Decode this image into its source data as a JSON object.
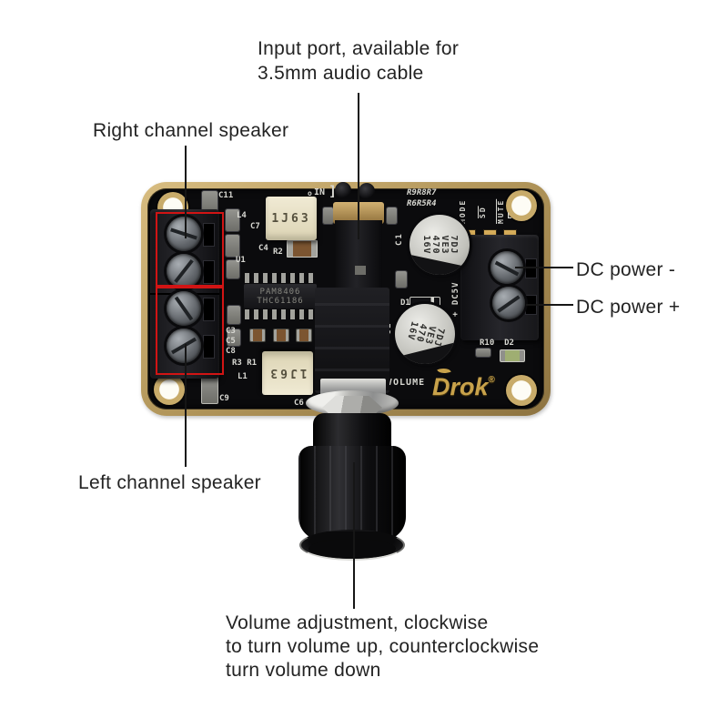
{
  "annotations": {
    "input_port": {
      "line1": "Input port, available for",
      "line2": "3.5mm audio cable"
    },
    "right_channel": {
      "label": "Right channel speaker"
    },
    "dc_minus": {
      "label": "DC power -"
    },
    "dc_plus": {
      "label": "DC power +"
    },
    "left_channel": {
      "label": "Left channel speaker"
    },
    "volume": {
      "line1": "Volume adjustment, clockwise",
      "line2": "to turn volume up, counterclockwise",
      "line3": "turn volume down"
    }
  },
  "board": {
    "logo": {
      "text": "Drok",
      "reg": "®"
    },
    "chip": {
      "line1": "PAM8406",
      "line2": "THC61186"
    },
    "inductor_top": {
      "label": "1J63"
    },
    "inductor_bottom": {
      "label": "1J63"
    },
    "cap1_marking": {
      "l1": "7DJ",
      "l2": "VE3",
      "l3": "470",
      "l4": "16V"
    },
    "cap2_marking": {
      "l1": "7DJ",
      "l2": "VE3",
      "l3": "470",
      "l4": "16V"
    },
    "silk": {
      "c11": "C11",
      "l4": "L4",
      "c7": "C7",
      "c4": "C4",
      "r2": "R2",
      "u1": "U1",
      "c3": "C3",
      "c5": "C5",
      "c8": "C8",
      "r3_r1": "R3 R1",
      "l1": "L1",
      "c9": "C9",
      "c6": "C6",
      "in_prefix": "o",
      "in": "IN",
      "in_bracket": "[",
      "r9r8r7": "R9R8R7",
      "r6r5r4": "R6R5R4",
      "mode": "MODE",
      "sd": "SD",
      "mute": "MUTE",
      "l": "L",
      "c1": "C1",
      "c2": "C2",
      "d1": "D1",
      "dc5v": "+ DC5V",
      "r10_d2": "R10  D2",
      "volume": "VOLUME"
    }
  },
  "colors": {
    "background": "#ffffff",
    "board_gold": "#b4985c",
    "pcb_black": "#0b0b0d",
    "highlight_red": "#d11414",
    "silk_white": "#d8d8d2",
    "inductor_beige": "#e9e3cd",
    "cap_silver": "#c6c6c2",
    "logo_gold": "#c8a24b",
    "annotation_text": "#232323"
  }
}
